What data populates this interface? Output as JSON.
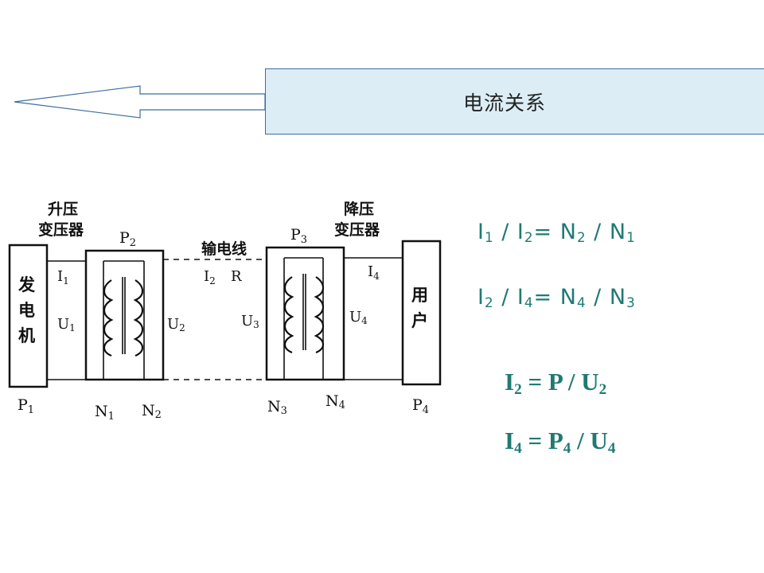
{
  "title": "电流关系",
  "colors": {
    "title_band": "#dcedf6",
    "title_border": "#3a6f9e",
    "formula": "#1f7a73",
    "diagram_ink": "#111111"
  },
  "diagram": {
    "step_up_label_1": "升压",
    "step_up_label_2": "变压器",
    "step_down_label_1": "降压",
    "step_down_label_2": "变压器",
    "line_label": "输电线",
    "generator_label": [
      "发",
      "电",
      "机"
    ],
    "user_label": [
      "用",
      "户"
    ],
    "p1": {
      "main": "P",
      "sub": "1"
    },
    "p2": {
      "main": "P",
      "sub": "2"
    },
    "p3": {
      "main": "P",
      "sub": "3"
    },
    "p4": {
      "main": "P",
      "sub": "4"
    },
    "i1": {
      "main": "I",
      "sub": "1"
    },
    "i2": {
      "main": "I",
      "sub": "2"
    },
    "r": "R",
    "i4": {
      "main": "I",
      "sub": "4"
    },
    "u1": {
      "main": "U",
      "sub": "1"
    },
    "u2": {
      "main": "U",
      "sub": "2"
    },
    "u3": {
      "main": "U",
      "sub": "3"
    },
    "u4": {
      "main": "U",
      "sub": "4"
    },
    "n1": {
      "main": "N",
      "sub": "1"
    },
    "n2": {
      "main": "N",
      "sub": "2"
    },
    "n3": {
      "main": "N",
      "sub": "3"
    },
    "n4": {
      "main": "N",
      "sub": "4"
    }
  },
  "formulas": {
    "f1": {
      "a": "I",
      "a_sub": "1",
      "op1": " / ",
      "b": "I",
      "b_sub": "2",
      "eq": "= ",
      "c": "N",
      "c_sub": "2",
      "op2": " / ",
      "d": "N",
      "d_sub": "1"
    },
    "f2": {
      "a": "I",
      "a_sub": "2",
      "op1": " / ",
      "b": "I",
      "b_sub": "4",
      "eq": "= ",
      "c": "N",
      "c_sub": "4",
      "op2": " / ",
      "d": "N",
      "d_sub": "3"
    },
    "f3": {
      "a": "I",
      "a_sub": "2",
      "eq": " = ",
      "b": "P / U",
      "b_sub": "2"
    },
    "f4": {
      "a": "I",
      "a_sub": "4",
      "eq": " = ",
      "b": "P",
      "b_sub": "4",
      "op": " / ",
      "c": "U",
      "c_sub": "4"
    }
  }
}
